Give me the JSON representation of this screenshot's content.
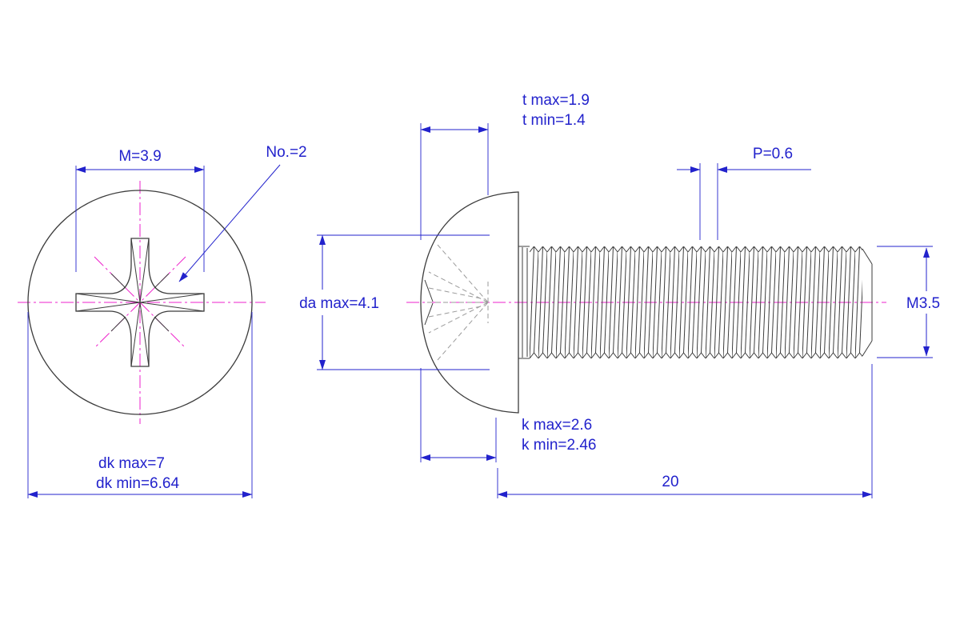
{
  "drawing": {
    "title": "Phillips truss head machine screw dimensioned drawing",
    "left_view": {
      "m_label": "M=3.9",
      "no_label": "No.=2",
      "dk_max_label": "dk max=7",
      "dk_min_label": "dk min=6.64"
    },
    "side_view": {
      "t_max_label": "t max=1.9",
      "t_min_label": "t min=1.4",
      "p_label": "P=0.6",
      "da_label": "da max=4.1",
      "thread_label": "M3.5",
      "k_max_label": "k max=2.6",
      "k_min_label": "k min=2.46",
      "length_label": "20"
    },
    "colors": {
      "dimension": "#2222cc",
      "centerline": "#ee22cc",
      "outline": "#3c3c3c",
      "hidden": "#9a9a9a",
      "background": "#ffffff"
    }
  }
}
